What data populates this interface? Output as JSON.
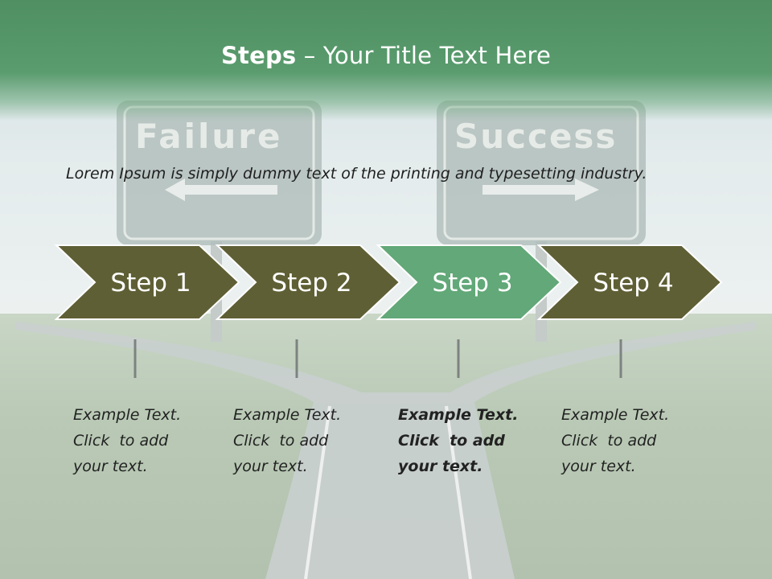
{
  "slide": {
    "title_bold": "Steps",
    "title_rest": " – Your Title Text Here",
    "intro": "Lorem Ipsum is simply dummy text of the printing and typesetting industry.",
    "signs": {
      "left": "Failure",
      "right": "Success"
    },
    "steps": [
      {
        "label": "Step 1",
        "highlighted": false,
        "note": [
          "Example Text.",
          "Click  to add",
          "your text."
        ]
      },
      {
        "label": "Step 2",
        "highlighted": false,
        "note": [
          "Example Text.",
          "Click  to add",
          "your text."
        ]
      },
      {
        "label": "Step 3",
        "highlighted": true,
        "note": [
          "Example Text.",
          "Click  to add",
          "your text."
        ]
      },
      {
        "label": "Step 4",
        "highlighted": false,
        "note": [
          "Example Text.",
          "Click  to add",
          "your text."
        ]
      }
    ],
    "colors": {
      "title_bar": "#5a9c6e",
      "step_default": "#5f5f35",
      "step_highlight": "#62a878",
      "step_border": "#ffffff"
    }
  }
}
